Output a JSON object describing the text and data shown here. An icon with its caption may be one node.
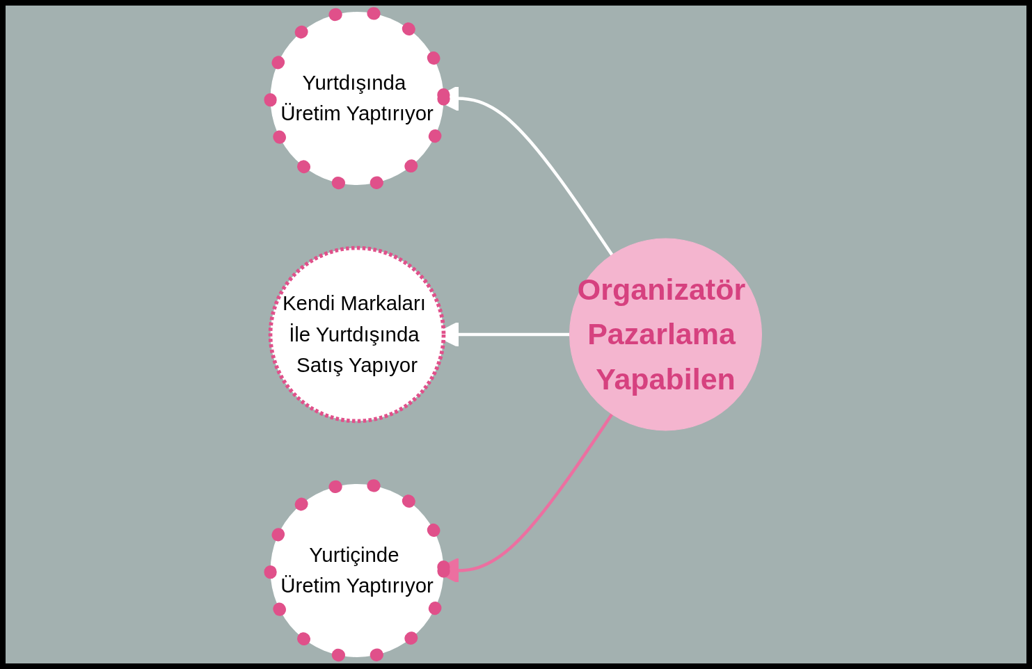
{
  "diagram": {
    "nodes": [
      {
        "text": [
          "Yurtdışında Üretim Yaptırıyor"
        ]
      },
      {
        "text": [
          "Organizatör Pazarlama Yapabilen"
        ]
      },
      {
        "text": [
          "Kendi Markaları İle Yurtdışında Satış Yapıyor"
        ]
      },
      {
        "text": [
          "Yurtiçinde Üretim Yaptırıyor"
        ]
      }
    ],
    "edges": [
      {
        "from": 1,
        "to": 0,
        "arrow": "to"
      },
      {
        "from": 1,
        "to": 2,
        "arrow": "to"
      },
      {
        "from": 1,
        "to": 3,
        "arrow": "to",
        "color": "#ec6fa0"
      }
    ]
  }
}
